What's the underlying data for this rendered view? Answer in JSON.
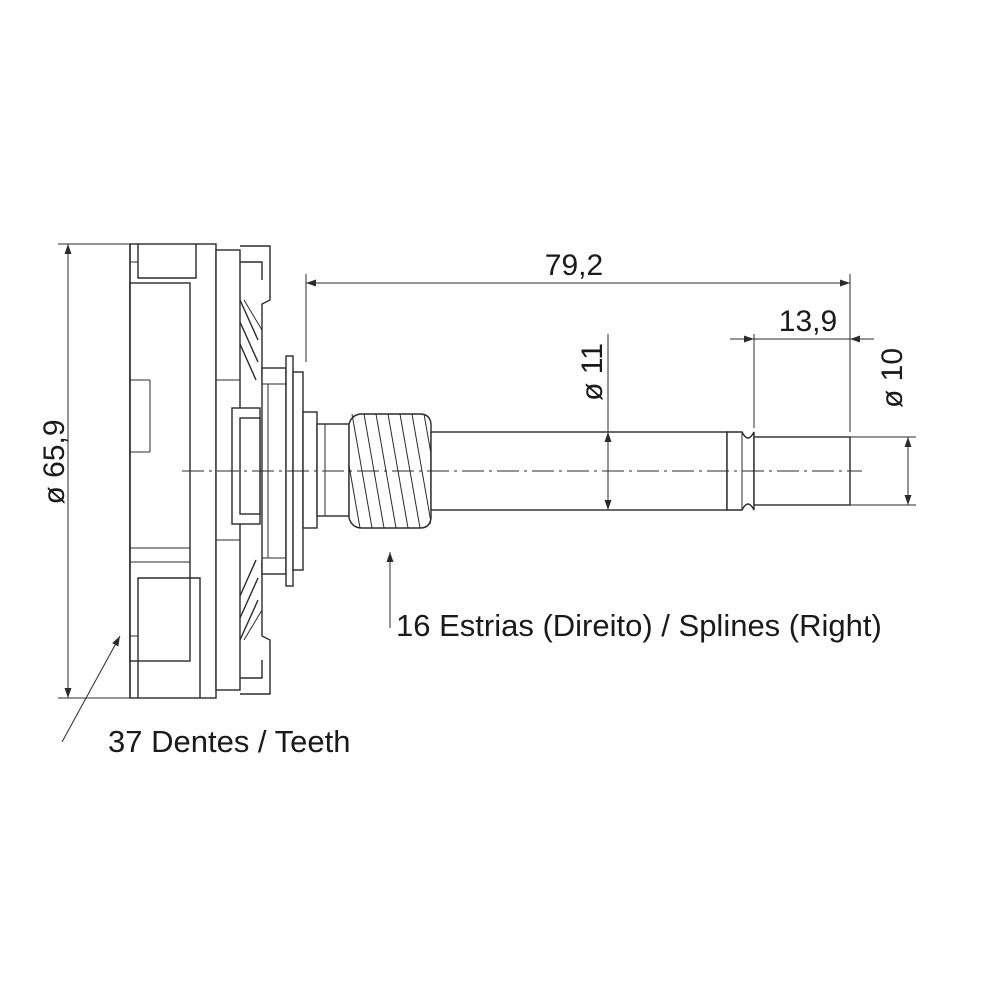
{
  "dimensions": {
    "overall_length": "79,2",
    "end_length": "13,9",
    "shaft_diameter": "ø 11",
    "end_diameter": "ø 10",
    "gear_diameter": "ø 65,9"
  },
  "notes": {
    "splines": "16 Estrias (Direito) / Splines (Right)",
    "teeth": "37 Dentes / Teeth"
  }
}
